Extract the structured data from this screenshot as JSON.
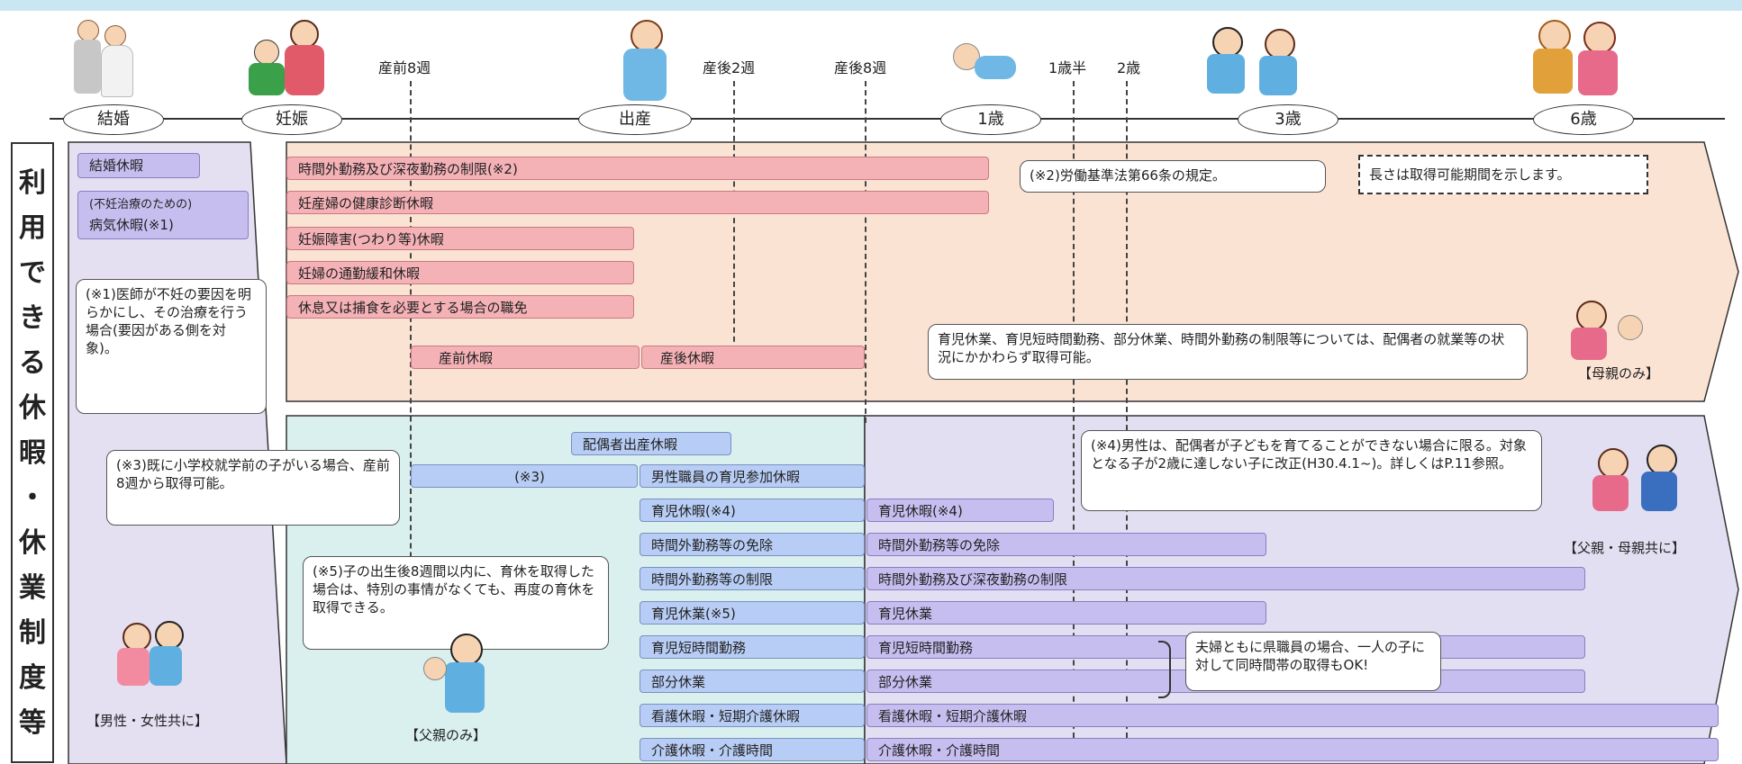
{
  "timeline": {
    "milestones": [
      "結婚",
      "妊娠",
      "出産",
      "1歳",
      "3歳",
      "6歳"
    ],
    "ticks": [
      "産前8週",
      "産後2週",
      "産後8週",
      "1歳半",
      "2歳"
    ]
  },
  "side_title": [
    "利",
    "用",
    "で",
    "き",
    "る",
    "休",
    "暇",
    "・",
    "休",
    "業",
    "制",
    "度",
    "等"
  ],
  "left_panel": {
    "marriage_leave": "結婚休暇",
    "sick_leave_line1": "(不妊治療のための)",
    "sick_leave_line2": "病気休暇(※1)",
    "note1": "(※1)医師が不妊の要因を明らかにし、その治療を行う場合(要因がある側を対象)。",
    "caption": "【男性・女性共に】"
  },
  "mother_panel": {
    "bars": [
      "時間外勤務及び深夜勤務の制限(※2)",
      "妊産婦の健康診断休暇",
      "妊娠障害(つわり等)休暇",
      "妊婦の通勤緩和休暇",
      "休息又は捕食を必要とする場合の職免",
      "産前休暇",
      "産後休暇"
    ],
    "note2": "(※2)労働基準法第66条の規定。",
    "legend_note": "長さは取得可能期間を示します。",
    "info": "育児休業、育児短時間勤務、部分休業、時間外勤務の制限等については、配偶者の就業等の状況にかかわらず取得可能。",
    "caption": "【母親のみ】"
  },
  "father_panel": {
    "spouse_birth_leave": "配偶者出産休暇",
    "note3_bar": "(※3)",
    "note3": "(※3)既に小学校就学前の子がいる場合、産前8週から取得可能。",
    "note5": "(※5)子の出生後8週間以内に、育休を取得した場合は、特別の事情がなくても、再度の育休を取得できる。",
    "caption": "【父親のみ】",
    "rows": [
      "男性職員の育児参加休暇",
      "育児休暇(※4)",
      "時間外勤務等の免除",
      "時間外勤務等の制限",
      "育児休業(※5)",
      "育児短時間勤務",
      "部分休業",
      "看護休暇・短期介護休暇",
      "介護休暇・介護時間"
    ]
  },
  "both_panel": {
    "rows": [
      "育児休暇(※4)",
      "時間外勤務等の免除",
      "時間外勤務及び深夜勤務の制限",
      "育児休業",
      "育児短時間勤務",
      "部分休業",
      "看護休暇・短期介護休暇",
      "介護休暇・介護時間"
    ],
    "note4": "(※4)男性は、配偶者が子どもを育てることができない場合に限る。対象となる子が2歳に達しない子に改正(H30.4.1~)。詳しくはP.11参照。",
    "couple_note": "夫婦ともに県職員の場合、一人の子に対して同時間帯の取得もOK!",
    "caption": "【父親・母親共に】"
  },
  "colors": {
    "mother_bg": "#fbe3d4",
    "father_bg": "#d9f0ee",
    "both_bg": "#e3dff2",
    "left_bg": "#e4e0f2",
    "pink_bar": "#f4b1b6",
    "blue_bar": "#b8cdf5",
    "purple_bar": "#c7bef0"
  }
}
